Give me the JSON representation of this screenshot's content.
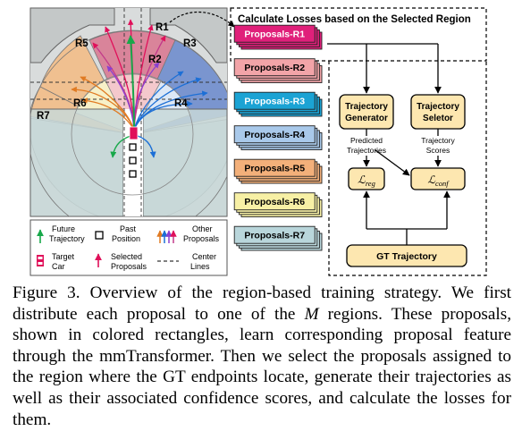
{
  "map_panel": {
    "regions": [
      "R1",
      "R2",
      "R3",
      "R4",
      "R5",
      "R6",
      "R7"
    ]
  },
  "legend": {
    "future_trajectory": [
      "Future",
      "Trajectory"
    ],
    "past_position": [
      "Past",
      "Position"
    ],
    "other_proposals": [
      "Other",
      "Proposals"
    ],
    "target_car": [
      "Target",
      "Car"
    ],
    "selected_proposals": [
      "Selected",
      "Proposals"
    ],
    "center_lines": [
      "Center",
      "Lines"
    ]
  },
  "region_box_title": "Calculate Losses based on the Selected Region",
  "proposals": [
    {
      "label": "Proposals-R1",
      "fill": "#e0207a",
      "text_color": "#ffffff",
      "selected": true
    },
    {
      "label": "Proposals-R2",
      "fill": "#f2a4a8",
      "text_color": "#000000",
      "selected": false
    },
    {
      "label": "Proposals-R3",
      "fill": "#1ba3d4",
      "text_color": "#ffffff",
      "selected": false
    },
    {
      "label": "Proposals-R4",
      "fill": "#a9c9ea",
      "text_color": "#000000",
      "selected": false
    },
    {
      "label": "Proposals-R5",
      "fill": "#f3b07a",
      "text_color": "#000000",
      "selected": false
    },
    {
      "label": "Proposals-R6",
      "fill": "#f7f0a5",
      "text_color": "#000000",
      "selected": false
    },
    {
      "label": "Proposals-R7",
      "fill": "#b9d6db",
      "text_color": "#000000",
      "selected": false
    }
  ],
  "flow": {
    "trajectory_generator": [
      "Trajectory",
      "Generator"
    ],
    "trajectory_selector": [
      "Trajectory",
      "Seletor"
    ],
    "predicted_trajectories": [
      "Predicted",
      "Trajectories"
    ],
    "trajectory_scores": [
      "Trajectory",
      "Scores"
    ],
    "loss_reg": {
      "symbol": "ℒ",
      "subscript": "reg"
    },
    "loss_conf": {
      "symbol": "ℒ",
      "subscript": "conf"
    },
    "gt_trajectory": "GT Trajectory"
  },
  "caption": {
    "part1": "Figure 3. Overview of the region-based training strategy. We first distribute each proposal to one of the ",
    "math_M": "M",
    "part2": " regions. These proposals, shown in colored rectangles, learn corresponding proposal feature through the mmTransformer. Then we select the proposals assigned to the region where the GT endpoints locate, generate their trajectories as well as their associated confidence scores, and calculate the losses for them."
  },
  "colors": {
    "gray_region": "#c4c8c8",
    "teal_region": "#c8d8d8",
    "r1_fill": "#d9849a",
    "r3_fill": "#7a95cf",
    "r5_fill": "#f0c090",
    "flow_box_fill": "#fde7b0",
    "arrow_green": "#18a84a",
    "arrow_red": "#e0105a"
  }
}
